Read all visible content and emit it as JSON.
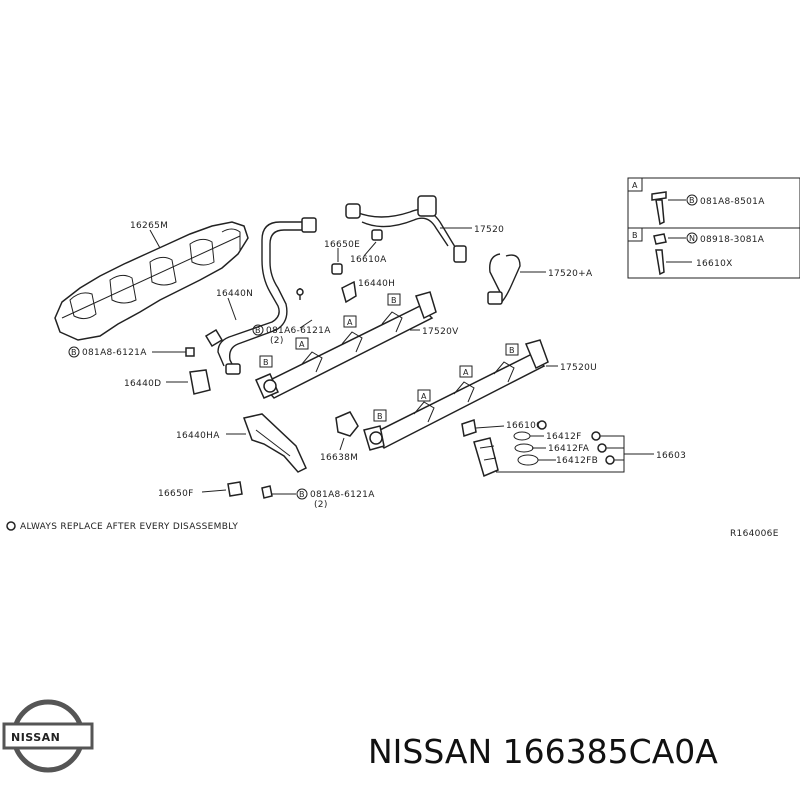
{
  "labels": {
    "p16265M": "16265M",
    "p16440N": "16440N",
    "p16650E": "16650E",
    "p16610A": "16610A",
    "p17520": "17520",
    "p17520A": "17520+A",
    "p16440H": "16440H",
    "p17520V": "17520V",
    "p17520U": "17520U",
    "bolt_081A6": "081A6-6121A",
    "bolt_081A6_qty": "(2)",
    "bolt_081A8_left": "081A8-6121A",
    "bolt_081A8_bottom": "081A8-6121A",
    "bolt_081A8_bottom_qty": "(2)",
    "p16440D": "16440D",
    "p16440HA": "16440HA",
    "p16638M": "16638M",
    "p16650F": "16650F",
    "p166100": "166100",
    "p16412F": "16412F",
    "p16412FA": "16412FA",
    "p16412FB": "16412FB",
    "p16603": "16603",
    "circ_B": "B",
    "circ_N": "N",
    "tag_A": "A",
    "tag_B": "B"
  },
  "detail_box": {
    "rowA": {
      "tag": "A",
      "part": "081A8-8501A"
    },
    "rowB": {
      "tag": "B",
      "part": "08918-3081A",
      "part2": "16610X"
    }
  },
  "note": "ALWAYS REPLACE AFTER EVERY DISASSEMBLY",
  "ref_code": "R164006E",
  "footer": {
    "logo_text": "NISSAN",
    "title": "NISSAN 166385CA0A"
  }
}
